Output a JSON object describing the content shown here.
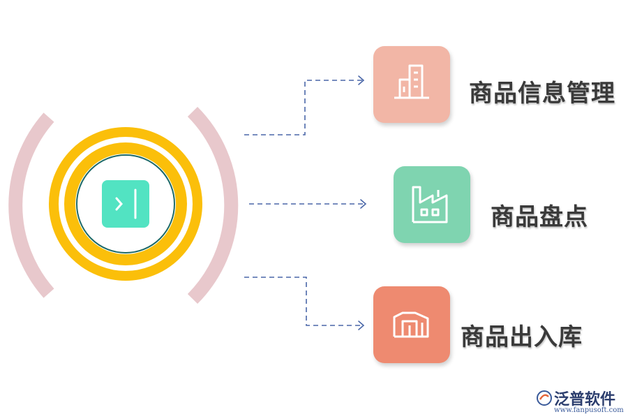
{
  "items": [
    {
      "label": "商品信息管理",
      "icon": "building-icon",
      "color": "#f2b6a6"
    },
    {
      "label": "商品盘点",
      "icon": "factory-icon",
      "color": "#7fd4b0"
    },
    {
      "label": "商品出入库",
      "icon": "warehouse-icon",
      "color": "#ee8a70"
    }
  ],
  "center": {
    "icon": "collapse-panel-icon"
  },
  "logo": {
    "brand": "泛普软件",
    "url": "www.fanpusoft.com"
  },
  "colors": {
    "bracket": "#e8c8cc",
    "ring": "#fbbf0a",
    "inner_ring": "#1e6a68",
    "center_tile": "#52e3c2",
    "arrow": "#4a67a8"
  }
}
